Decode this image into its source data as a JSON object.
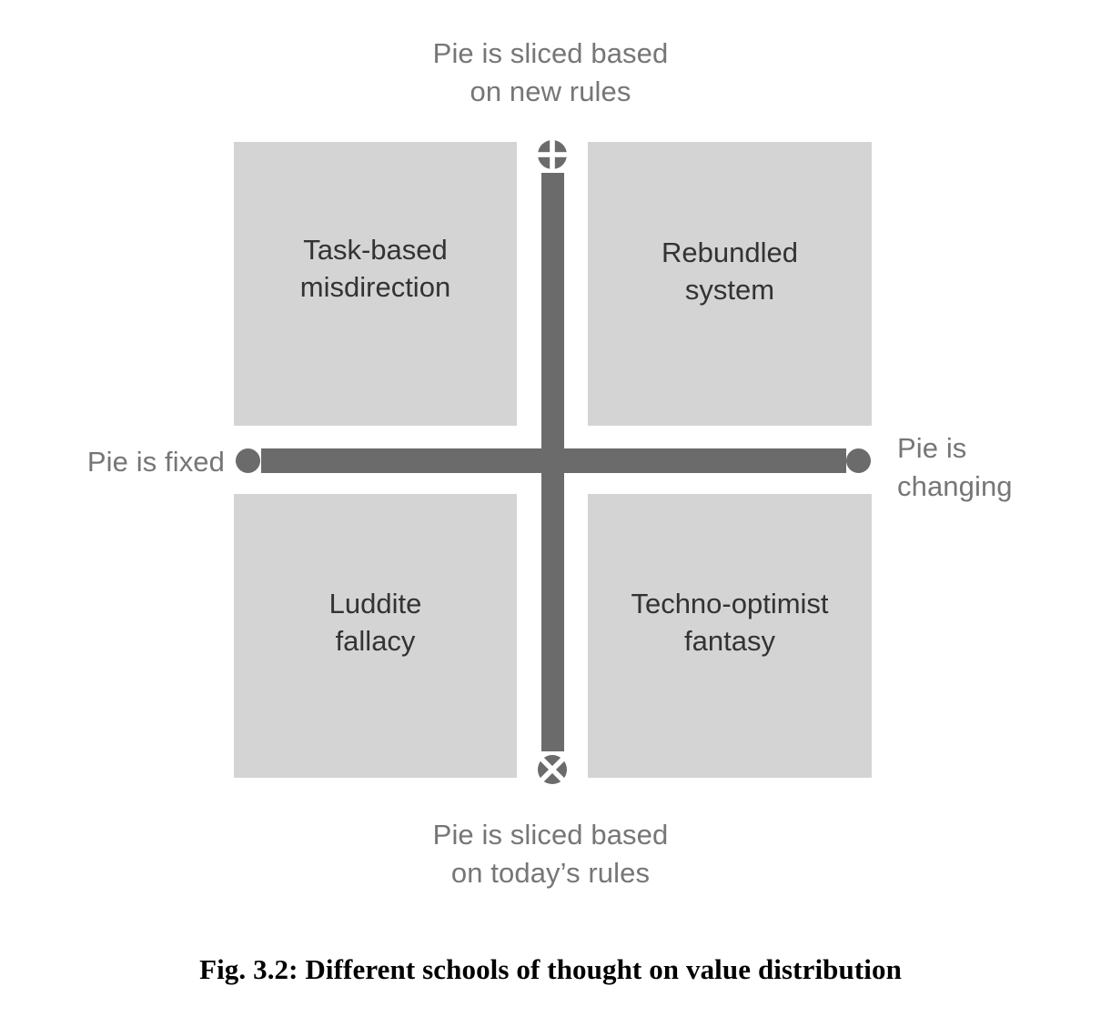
{
  "figure": {
    "caption": "Fig. 3.2: Different schools of thought on value distribution"
  },
  "axes": {
    "top_label": "Pie is sliced based\non new rules",
    "bottom_label": "Pie is sliced based\non today’s rules",
    "left_label": "Pie is fixed",
    "right_label": "Pie is\nchanging",
    "markers": {
      "top": "plus-circle-icon",
      "bottom": "x-circle-icon",
      "left": "dot-icon",
      "right": "dot-icon"
    }
  },
  "quadrants": [
    {
      "position": "top-left",
      "label": "Task-based\nmisdirection"
    },
    {
      "position": "top-right",
      "label": "Rebundled\nsystem"
    },
    {
      "position": "bottom-left",
      "label": "Luddite\nfallacy"
    },
    {
      "position": "bottom-right",
      "label": "Techno-optimist\nfantasy"
    }
  ],
  "colors": {
    "quadrant_fill": "#d4d4d4",
    "axis_bar": "#6b6b6b",
    "axis_label_text": "#767676",
    "quadrant_text": "#333333",
    "caption_text": "#000000",
    "background": "#ffffff"
  },
  "chart_data": {
    "type": "table",
    "title": "Different schools of thought on value distribution",
    "xlabel": "Pie is fixed ↔ Pie is changing",
    "ylabel": "Pie is sliced based on today’s rules ↔ Pie is sliced based on new rules",
    "x_axis_ends": [
      "Pie is fixed",
      "Pie is changing"
    ],
    "y_axis_ends": [
      "Pie is sliced based on today’s rules",
      "Pie is sliced based on new rules"
    ],
    "categories": [
      "Task-based misdirection",
      "Rebundled system",
      "Luddite fallacy",
      "Techno-optimist fantasy"
    ],
    "cells": [
      {
        "x": "Pie is fixed",
        "y": "Pie is sliced based on new rules",
        "label": "Task-based misdirection"
      },
      {
        "x": "Pie is changing",
        "y": "Pie is sliced based on new rules",
        "label": "Rebundled system"
      },
      {
        "x": "Pie is fixed",
        "y": "Pie is sliced based on today’s rules",
        "label": "Luddite fallacy"
      },
      {
        "x": "Pie is changing",
        "y": "Pie is sliced based on today’s rules",
        "label": "Techno-optimist fantasy"
      }
    ],
    "grid": false,
    "legend": "none"
  }
}
